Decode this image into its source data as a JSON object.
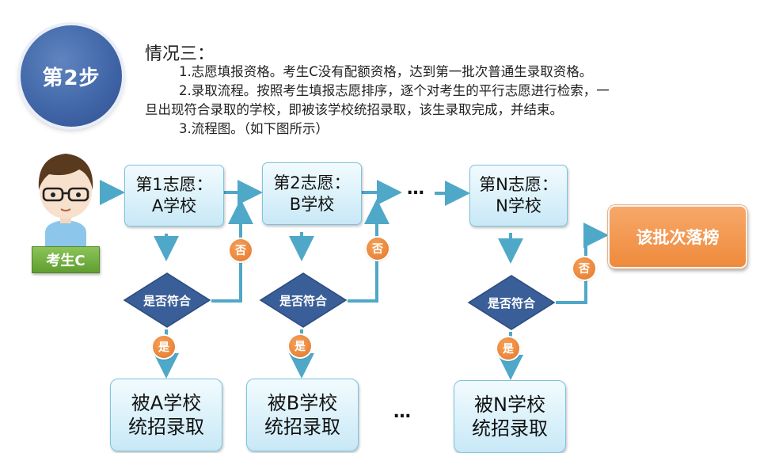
{
  "step": {
    "label": "第2步"
  },
  "description": {
    "title": "情况三：",
    "line1": "1.志愿填报资格。考生C没有配额资格，达到第一批次普通生录取资格。",
    "line2a": "2.录取流程。按照考生填报志愿排序，逐个对考生的平行志愿进行检索，一",
    "line2b": "旦出现符合录取的学校，即被该学校统招录取，该生录取完成，并结束。",
    "line3": "3.流程图。（如下图所示）"
  },
  "student": {
    "label": "考生C"
  },
  "choices": [
    {
      "line1": "第1志愿：",
      "line2": "A学校"
    },
    {
      "line1": "第2志愿：",
      "line2": "B学校"
    },
    {
      "line1": "第N志愿：",
      "line2": "N学校"
    }
  ],
  "decision": {
    "label": "是否符合"
  },
  "badges": {
    "yes": "是",
    "no": "否"
  },
  "admits": [
    {
      "line1": "被A学校",
      "line2": "统招录取"
    },
    {
      "line1": "被B学校",
      "line2": "统招录取"
    },
    {
      "line1": "被N学校",
      "line2": "统招录取"
    }
  ],
  "fail": {
    "label": "该批次落榜"
  },
  "ellipsis": "…",
  "colors": {
    "step_circle": "#3f64a6",
    "box_fill": "#dbf1fa",
    "box_border": "#7dc3de",
    "diamond": "#3a5e98",
    "badge": "#ec8a3a",
    "arrow": "#4fa8c8",
    "fail_box": "#ef8a3c",
    "student_label": "#6aa638"
  }
}
